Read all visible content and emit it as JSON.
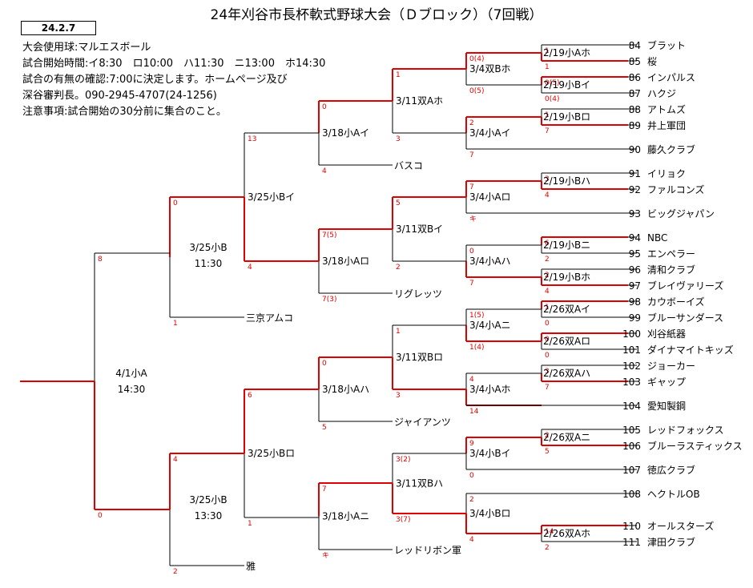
{
  "title": "24年刈谷市長杯軟式野球大会（Ｄブロック）（7回戦）",
  "date_box": "24.2.7",
  "info_lines": [
    "大会使用球:マルエスボール",
    "試合開始時間:イ8:30　ロ10:00　ハ11:30　ニ13:00　ホ14:30",
    "試合の有無の確認:7:00に決定します。ホームページ及び",
    "深谷審判長。090-2945-4707(24-1256)",
    "注意事項:試合開始の30分前に集合のこと。"
  ],
  "colors": {
    "win": "#e00000",
    "line": "#000000"
  },
  "teams": [
    {
      "num": "84",
      "name": "ブラット"
    },
    {
      "num": "85",
      "name": "桜"
    },
    {
      "num": "86",
      "name": "インパルス"
    },
    {
      "num": "87",
      "name": "ハクジ"
    },
    {
      "num": "88",
      "name": "アトムズ"
    },
    {
      "num": "89",
      "name": "井上軍団"
    },
    {
      "num": "90",
      "name": "藤久クラブ"
    },
    {
      "num": "91",
      "name": "イリョク"
    },
    {
      "num": "92",
      "name": "ファルコンズ"
    },
    {
      "num": "93",
      "name": "ビッグジャパン"
    },
    {
      "num": "94",
      "name": "NBC"
    },
    {
      "num": "95",
      "name": "エンペラー"
    },
    {
      "num": "96",
      "name": "清和クラブ"
    },
    {
      "num": "97",
      "name": "ブレイヴァリーズ"
    },
    {
      "num": "98",
      "name": "カウボーイズ"
    },
    {
      "num": "99",
      "name": "ブルーサンダース"
    },
    {
      "num": "100",
      "name": "刈谷紙器"
    },
    {
      "num": "101",
      "name": "ダイナマイトキッズ"
    },
    {
      "num": "102",
      "name": "ジョーカー"
    },
    {
      "num": "103",
      "name": "ギャップ"
    },
    {
      "num": "104",
      "name": "愛知製鋼"
    },
    {
      "num": "105",
      "name": "レッドフォックス"
    },
    {
      "num": "106",
      "name": "ブルーラスティックス"
    },
    {
      "num": "107",
      "name": "徳広クラブ"
    },
    {
      "num": "108",
      "name": "ヘクトルOB"
    },
    {
      "num": "110",
      "name": "オールスターズ"
    },
    {
      "num": "111",
      "name": "津田クラブ"
    }
  ],
  "seeded_teams": [
    "バスコ",
    "リグレッツ",
    "三京アムコ",
    "ジャイアンツ",
    "レッドリボン軍",
    "雅"
  ],
  "r1": [
    "2/19小Aホ",
    "2/19小Bイ",
    "2/19小Bロ",
    "2/19小Bハ",
    "2/19小Bニ",
    "2/19小Bホ",
    "2/26双Aイ",
    "2/26双Aロ",
    "2/26双Aハ",
    "2/26双Aニ",
    "2/26双Aホ"
  ],
  "r2": [
    "3/4双Bホ",
    "3/4小Aイ",
    "3/4小Aロ",
    "3/4小Aハ",
    "3/4小Aニ",
    "3/4小Aホ",
    "3/4小Bイ",
    "3/4小Bロ"
  ],
  "r3": [
    "3/11双Aホ",
    "3/11双Bイ",
    "3/11双Bロ",
    "3/11双Bハ"
  ],
  "r4": [
    "3/18小Aイ",
    "3/18小Aロ",
    "3/18小Aハ",
    "3/18小Aニ"
  ],
  "r5": [
    "3/25小Bイ",
    "3/25小Bロ"
  ],
  "r6": [
    {
      "date": "3/25小B",
      "time": "11:30"
    },
    {
      "date": "3/25小B",
      "time": "13:30"
    }
  ],
  "final": {
    "date": "4/1小A",
    "time": "14:30"
  },
  "scores": {
    "r1": [
      [
        "1",
        "1"
      ],
      [
        "0(5)",
        "0(4)"
      ],
      [
        "1",
        "7"
      ],
      [
        "3",
        "4"
      ],
      [
        "6",
        "2"
      ],
      [
        "2",
        "4"
      ],
      [
        "1",
        "0"
      ],
      [
        "0",
        "0"
      ],
      [
        "3",
        "7"
      ],
      [
        "2",
        "5"
      ],
      [
        "14",
        "2"
      ]
    ],
    "r2": [
      [
        "0(4)",
        "0(5)"
      ],
      [
        "2",
        "7"
      ],
      [
        "7",
        "キ"
      ],
      [
        "0",
        "7"
      ],
      [
        "1(5)",
        "1(4)"
      ],
      [
        "4",
        "14"
      ],
      [
        "9",
        "0"
      ],
      [
        "2",
        "4"
      ]
    ],
    "r3": [
      [
        "1",
        "3"
      ],
      [
        "5",
        "2"
      ],
      [
        "1",
        "3"
      ],
      [
        "3(2)",
        "3(7)"
      ]
    ],
    "r4": [
      [
        "0",
        "4"
      ],
      [
        "7(5)",
        "7(3)"
      ],
      [
        "0",
        "5"
      ],
      [
        "7",
        "キ"
      ]
    ],
    "r5": [
      [
        "13",
        "4"
      ],
      [
        "6",
        "1"
      ]
    ],
    "r6": [
      [
        "0",
        "1"
      ],
      [
        "4",
        "2"
      ]
    ],
    "final": [
      [
        "8",
        "0"
      ]
    ]
  }
}
